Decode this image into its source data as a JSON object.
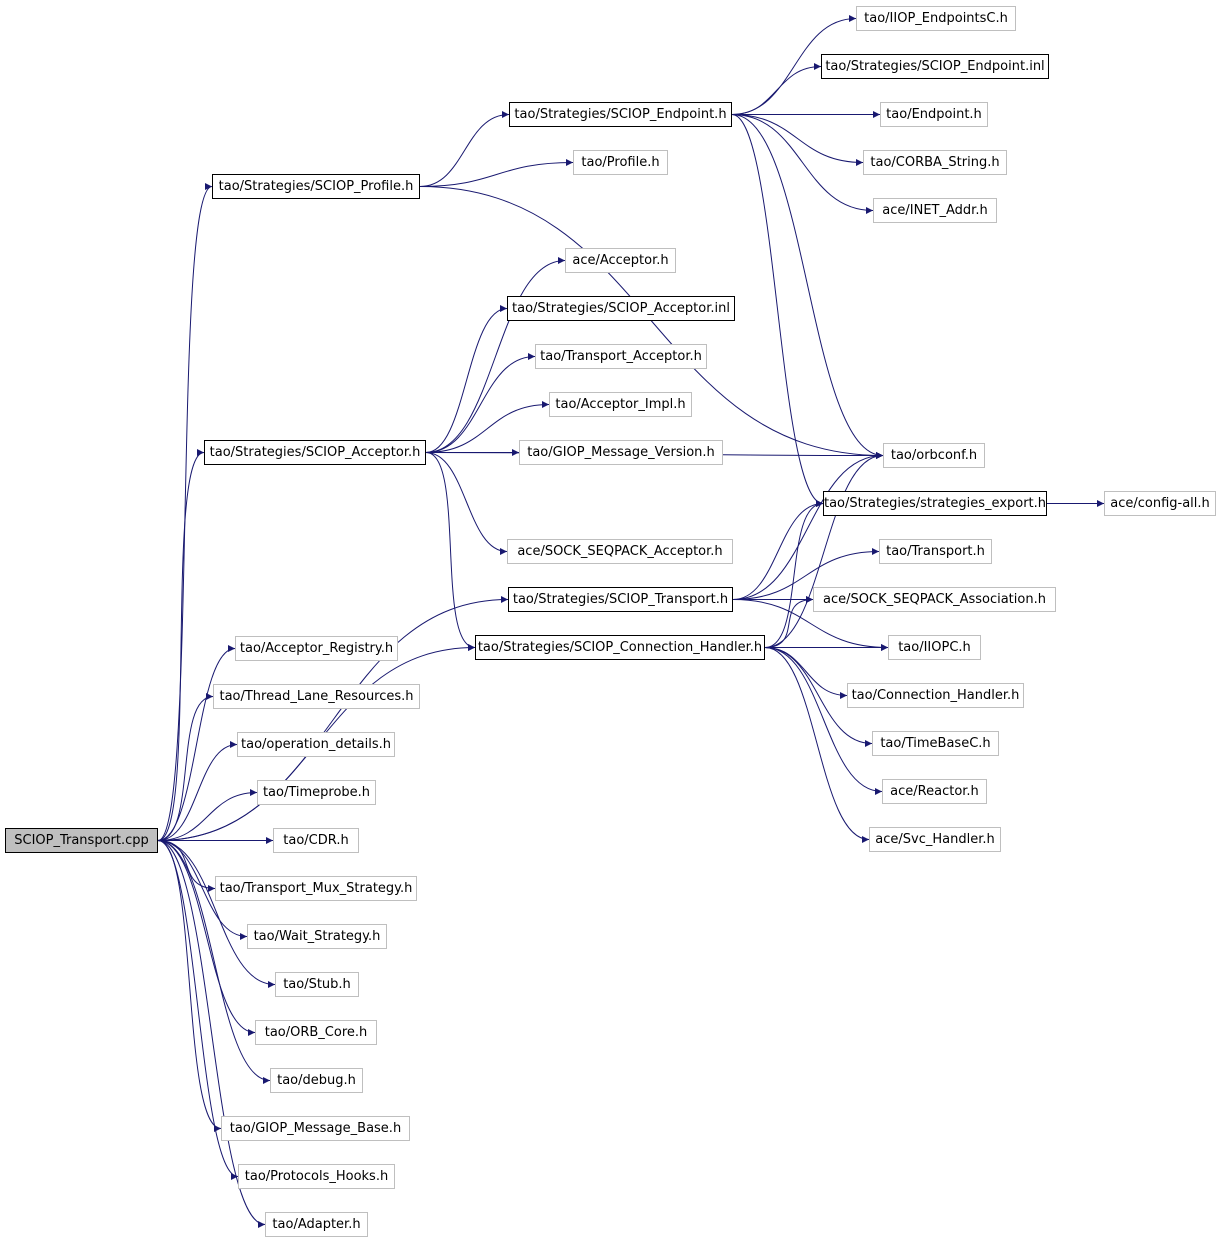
{
  "diagram": {
    "colors": {
      "edge": "#191970",
      "strong_border": "#000000",
      "weak_border": "#bfbfbf",
      "root_fill": "#bfbfbf"
    },
    "nodes": [
      {
        "id": "root",
        "label": "SCIOP_Transport.cpp",
        "style": "root"
      },
      {
        "id": "profile_h",
        "label": "tao/Strategies/SCIOP_Profile.h",
        "style": "strong"
      },
      {
        "id": "acceptor_h",
        "label": "tao/Strategies/SCIOP_Acceptor.h",
        "style": "strong"
      },
      {
        "id": "transport_h",
        "label": "tao/Strategies/SCIOP_Transport.h",
        "style": "strong"
      },
      {
        "id": "connhandler_h",
        "label": "tao/Strategies/SCIOP_Connection_Handler.h",
        "style": "strong"
      },
      {
        "id": "acc_registry",
        "label": "tao/Acceptor_Registry.h",
        "style": "weak"
      },
      {
        "id": "thread_lane",
        "label": "tao/Thread_Lane_Resources.h",
        "style": "weak"
      },
      {
        "id": "op_details",
        "label": "tao/operation_details.h",
        "style": "weak"
      },
      {
        "id": "timeprobe",
        "label": "tao/Timeprobe.h",
        "style": "weak"
      },
      {
        "id": "cdr",
        "label": "tao/CDR.h",
        "style": "weak"
      },
      {
        "id": "mux",
        "label": "tao/Transport_Mux_Strategy.h",
        "style": "weak"
      },
      {
        "id": "wait",
        "label": "tao/Wait_Strategy.h",
        "style": "weak"
      },
      {
        "id": "stub",
        "label": "tao/Stub.h",
        "style": "weak"
      },
      {
        "id": "orbcore",
        "label": "tao/ORB_Core.h",
        "style": "weak"
      },
      {
        "id": "debug",
        "label": "tao/debug.h",
        "style": "weak"
      },
      {
        "id": "giop_base",
        "label": "tao/GIOP_Message_Base.h",
        "style": "weak"
      },
      {
        "id": "proto_hooks",
        "label": "tao/Protocols_Hooks.h",
        "style": "weak"
      },
      {
        "id": "adapter",
        "label": "tao/Adapter.h",
        "style": "weak"
      },
      {
        "id": "endpoint_h",
        "label": "tao/Strategies/SCIOP_Endpoint.h",
        "style": "strong"
      },
      {
        "id": "tao_profile",
        "label": "tao/Profile.h",
        "style": "weak"
      },
      {
        "id": "iiop_endpoints",
        "label": "tao/IIOP_EndpointsC.h",
        "style": "weak"
      },
      {
        "id": "endpoint_inl",
        "label": "tao/Strategies/SCIOP_Endpoint.inl",
        "style": "strong"
      },
      {
        "id": "tao_endpoint",
        "label": "tao/Endpoint.h",
        "style": "weak"
      },
      {
        "id": "corba_string",
        "label": "tao/CORBA_String.h",
        "style": "weak"
      },
      {
        "id": "inet_addr",
        "label": "ace/INET_Addr.h",
        "style": "weak"
      },
      {
        "id": "ace_acceptor",
        "label": "ace/Acceptor.h",
        "style": "weak"
      },
      {
        "id": "acceptor_inl",
        "label": "tao/Strategies/SCIOP_Acceptor.inl",
        "style": "strong"
      },
      {
        "id": "transport_acceptor",
        "label": "tao/Transport_Acceptor.h",
        "style": "weak"
      },
      {
        "id": "acceptor_impl",
        "label": "tao/Acceptor_Impl.h",
        "style": "weak"
      },
      {
        "id": "giop_version",
        "label": "tao/GIOP_Message_Version.h",
        "style": "weak"
      },
      {
        "id": "orbconf",
        "label": "tao/orbconf.h",
        "style": "weak"
      },
      {
        "id": "strategies_export",
        "label": "tao/Strategies/strategies_export.h",
        "style": "strong"
      },
      {
        "id": "config_all",
        "label": "ace/config-all.h",
        "style": "weak"
      },
      {
        "id": "seqpack_acceptor",
        "label": "ace/SOCK_SEQPACK_Acceptor.h",
        "style": "weak"
      },
      {
        "id": "tao_transport",
        "label": "tao/Transport.h",
        "style": "weak"
      },
      {
        "id": "seqpack_assoc",
        "label": "ace/SOCK_SEQPACK_Association.h",
        "style": "weak"
      },
      {
        "id": "iiopc",
        "label": "tao/IIOPC.h",
        "style": "weak"
      },
      {
        "id": "conn_handler",
        "label": "tao/Connection_Handler.h",
        "style": "weak"
      },
      {
        "id": "timebase",
        "label": "tao/TimeBaseC.h",
        "style": "weak"
      },
      {
        "id": "reactor",
        "label": "ace/Reactor.h",
        "style": "weak"
      },
      {
        "id": "svc_handler",
        "label": "ace/Svc_Handler.h",
        "style": "weak"
      }
    ],
    "edges": [
      [
        "root",
        "profile_h"
      ],
      [
        "root",
        "acceptor_h"
      ],
      [
        "root",
        "transport_h"
      ],
      [
        "root",
        "connhandler_h"
      ],
      [
        "root",
        "acc_registry"
      ],
      [
        "root",
        "thread_lane"
      ],
      [
        "root",
        "op_details"
      ],
      [
        "root",
        "timeprobe"
      ],
      [
        "root",
        "cdr"
      ],
      [
        "root",
        "mux"
      ],
      [
        "root",
        "wait"
      ],
      [
        "root",
        "stub"
      ],
      [
        "root",
        "orbcore"
      ],
      [
        "root",
        "debug"
      ],
      [
        "root",
        "giop_base"
      ],
      [
        "root",
        "proto_hooks"
      ],
      [
        "root",
        "adapter"
      ],
      [
        "profile_h",
        "endpoint_h"
      ],
      [
        "profile_h",
        "tao_profile"
      ],
      [
        "profile_h",
        "orbconf"
      ],
      [
        "endpoint_h",
        "iiop_endpoints"
      ],
      [
        "endpoint_h",
        "endpoint_inl"
      ],
      [
        "endpoint_h",
        "tao_endpoint"
      ],
      [
        "endpoint_h",
        "corba_string"
      ],
      [
        "endpoint_h",
        "inet_addr"
      ],
      [
        "endpoint_h",
        "orbconf"
      ],
      [
        "endpoint_h",
        "strategies_export"
      ],
      [
        "acceptor_h",
        "ace_acceptor"
      ],
      [
        "acceptor_h",
        "acceptor_inl"
      ],
      [
        "acceptor_h",
        "transport_acceptor"
      ],
      [
        "acceptor_h",
        "acceptor_impl"
      ],
      [
        "acceptor_h",
        "giop_version"
      ],
      [
        "acceptor_h",
        "orbconf"
      ],
      [
        "acceptor_h",
        "seqpack_acceptor"
      ],
      [
        "acceptor_h",
        "connhandler_h"
      ],
      [
        "transport_h",
        "tao_transport"
      ],
      [
        "transport_h",
        "seqpack_assoc"
      ],
      [
        "transport_h",
        "iiopc"
      ],
      [
        "transport_h",
        "orbconf"
      ],
      [
        "transport_h",
        "strategies_export"
      ],
      [
        "connhandler_h",
        "seqpack_assoc"
      ],
      [
        "connhandler_h",
        "iiopc"
      ],
      [
        "connhandler_h",
        "conn_handler"
      ],
      [
        "connhandler_h",
        "timebase"
      ],
      [
        "connhandler_h",
        "reactor"
      ],
      [
        "connhandler_h",
        "svc_handler"
      ],
      [
        "connhandler_h",
        "orbconf"
      ],
      [
        "connhandler_h",
        "strategies_export"
      ],
      [
        "strategies_export",
        "config_all"
      ]
    ]
  }
}
